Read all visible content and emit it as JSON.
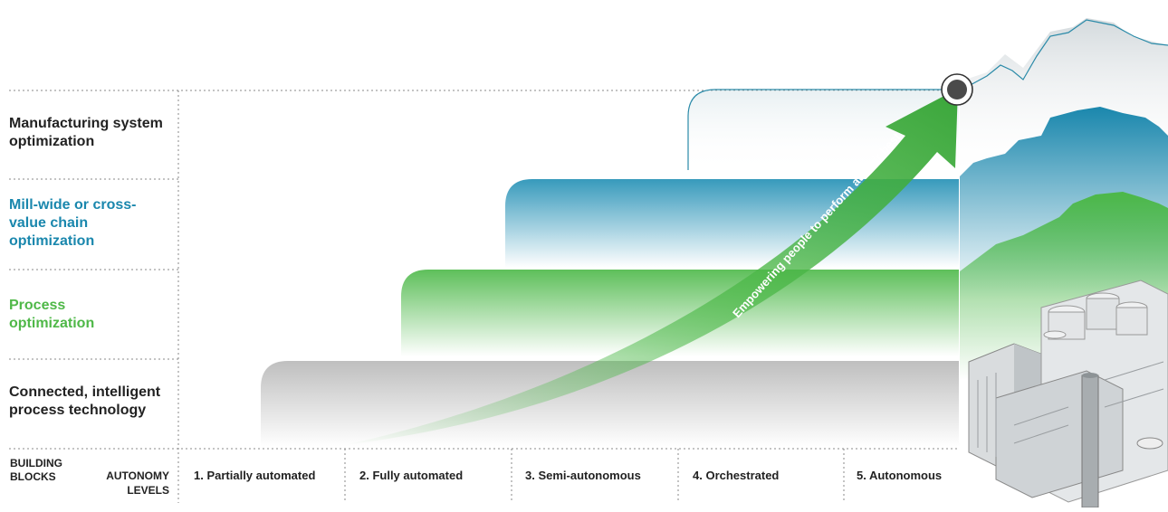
{
  "levels": [
    {
      "label": "Manufacturing system optimization",
      "color": "#222222"
    },
    {
      "label": "Mill-wide or cross-value chain optimization",
      "color": "#1a87ad"
    },
    {
      "label": "Process optimization",
      "color": "#4fb848"
    },
    {
      "label": "Connected, intelligent process technology",
      "color": "#222222"
    }
  ],
  "footer": {
    "building_blocks": "BUILDING BLOCKS",
    "autonomy_levels": "AUTONOMY LEVELS"
  },
  "autonomy_levels": [
    "1. Partially automated",
    "2. Fully automated",
    "3. Semi-autonomous",
    "4. Orchestrated",
    "5. Autonomous"
  ],
  "arrow": {
    "label": "Empowering people to perform at their best"
  },
  "colors": {
    "blue": "#1a87ad",
    "green": "#4fb848",
    "gray": "#b8b8b8",
    "teal_outline": "#2a8aa8",
    "arrow": "#4cb848"
  }
}
